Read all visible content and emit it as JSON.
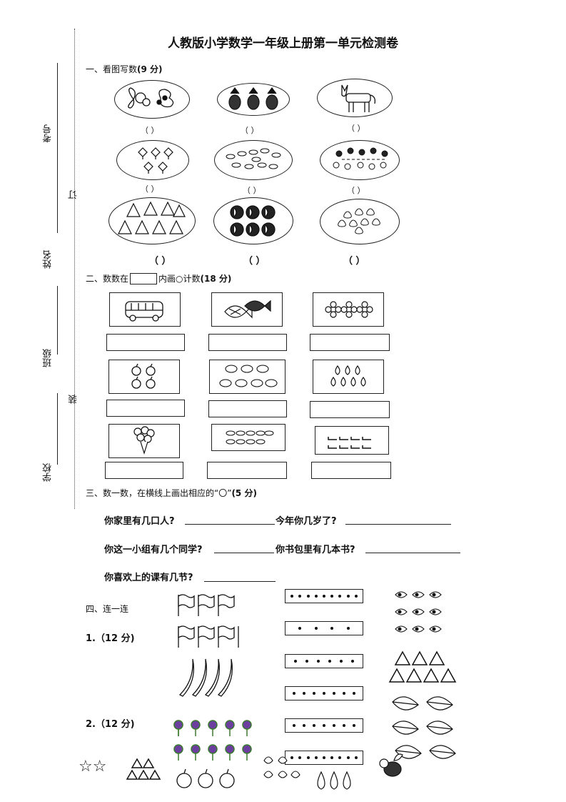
{
  "title": "人教版小学数学一年级上册第一单元检测卷",
  "side": {
    "kaohao": "考号",
    "xingming": "姓名",
    "banji": "班级",
    "xuexiao": "学校",
    "ding": "订",
    "zhuang": "装"
  },
  "section1": {
    "heading": "一、看图写数",
    "score": "(9 分)",
    "paren": "（     ）",
    "paren_bold": "（  ）"
  },
  "section2": {
    "heading_pre": "二、数数在",
    "heading_post": "内画○计数",
    "score": "(18 分)"
  },
  "section3": {
    "heading": "三、数一数，在横线上画出相应的“〇”",
    "score": "(5 分)",
    "q1": "你家里有几口人?",
    "q2": "今年你几岁了?",
    "q3": "你这一小组有几个同学?",
    "q4": "你书包里有几本书?",
    "q5": "你喜欢上的课有几节?"
  },
  "section4": {
    "heading": "四、连一连",
    "part1": "1.（12 分)",
    "part2": "2.（12 分)",
    "dot_counts": [
      9,
      4,
      6,
      7,
      7,
      9
    ]
  },
  "icons": [
    "butterfly-icon",
    "pineapple-icon",
    "donkey-icon",
    "flower-icon",
    "fish-icon",
    "people-icon",
    "shell-icon",
    "ball-icon",
    "bubble-icon",
    "bus-icon",
    "fish-pair-icon",
    "flower-row-icon",
    "apple-icon",
    "chicken-icon",
    "pear-icon",
    "balloon-icon",
    "fish-group-icon",
    "duck-icon",
    "flag-icon",
    "banana-icon",
    "bird-icon",
    "triangle-icon",
    "leaf-icon",
    "purple-flower-icon",
    "star-icon",
    "peach-icon"
  ],
  "colors": {
    "text": "#111111",
    "purple": "#6b3f9e",
    "green": "#3c7a2f"
  }
}
